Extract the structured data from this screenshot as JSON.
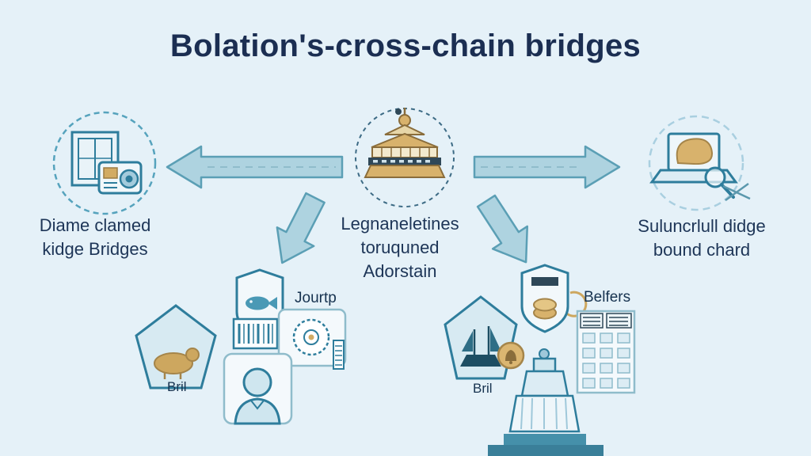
{
  "title": "Bolation's-cross-chain bridges",
  "colors": {
    "background": "#e5f1f8",
    "outline_teal": "#2e7d9c",
    "arrow_fill": "#aed3e0",
    "arrow_stroke": "#5b9fb5",
    "gold": "#d2ab63",
    "text_navy": "#1b2e52"
  },
  "nodes": {
    "left": {
      "icon": "document-scanner-icon",
      "lines": [
        "Diame clamed",
        "kidge Bridges"
      ]
    },
    "center": {
      "icon": "bridge-pavilion-icon",
      "lines": [
        "Legnaneletines",
        "toruquned",
        "Adorstain"
      ]
    },
    "right": {
      "icon": "laptop-magnifier-icon",
      "lines": [
        "Suluncrlull didge",
        "bound chard"
      ]
    }
  },
  "clusters": {
    "left": {
      "icons": [
        "shield-fish-icon",
        "barcode-icon",
        "gear-box-icon",
        "pentagon-animal-icon",
        "person-icon"
      ],
      "labels": {
        "top": "Jourtp",
        "side": "Bril"
      }
    },
    "right": {
      "icons": [
        "pentagon-ship-icon",
        "shield-coins-icon",
        "coin-bell-icon",
        "building-grid-icon",
        "funnel-tower-icon"
      ],
      "labels": {
        "top": "Belfers",
        "side": "Bril"
      }
    }
  }
}
